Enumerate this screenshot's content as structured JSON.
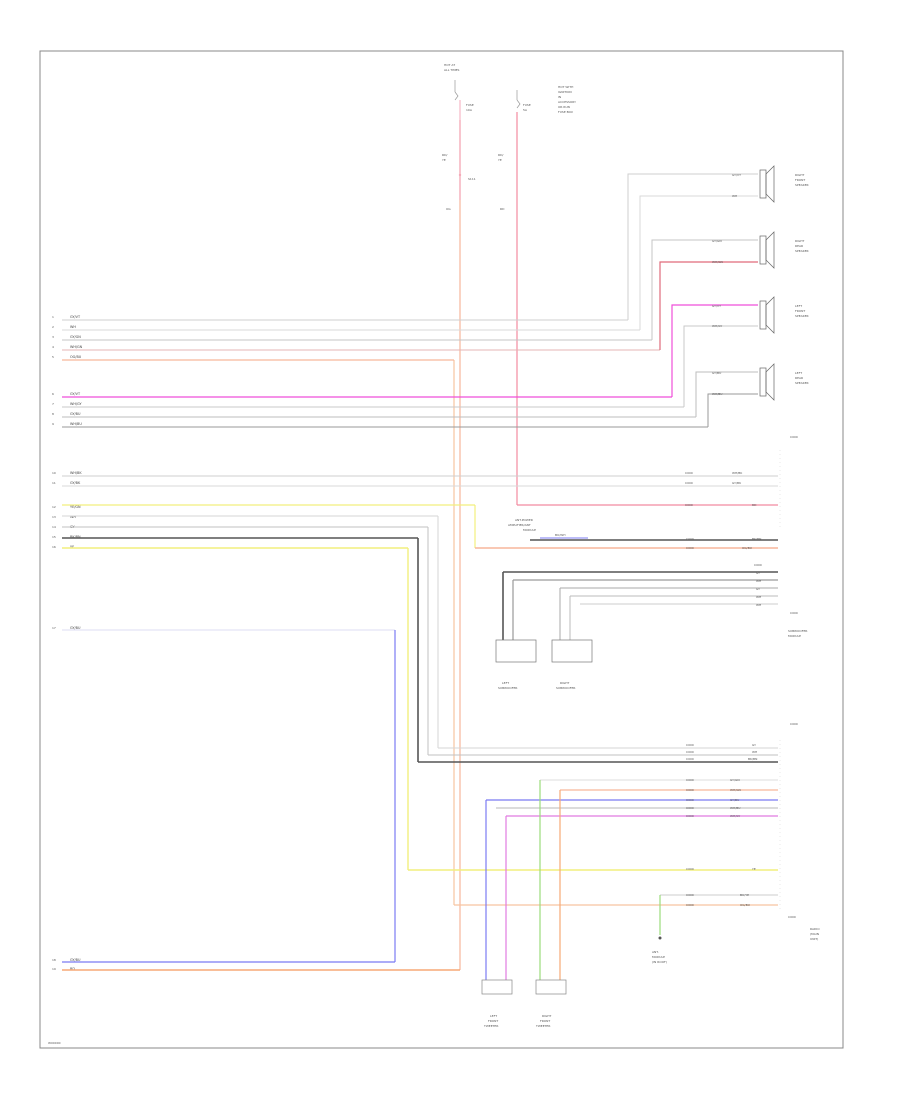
{
  "diagram": {
    "top_fuse_label": [
      "HOT AT",
      "ALL TIMES"
    ],
    "top_fuse_label_2": [
      "HOT WITH",
      "IGNITION",
      "IN",
      "ACCESSORY",
      "OR RUN",
      "FUSE BOX"
    ],
    "left_pin_wires": [
      {
        "pin": "1",
        "label": "GY/VT"
      },
      {
        "pin": "2",
        "label": "WH"
      },
      {
        "pin": "3",
        "label": "GY/GN"
      },
      {
        "pin": "4",
        "label": "WH/GN"
      },
      {
        "pin": "5",
        "label": "OG/BU"
      },
      {
        "pin": "6",
        "label": "GY/VT"
      },
      {
        "pin": "7",
        "label": "WH/GY"
      },
      {
        "pin": "8",
        "label": "GY/BU"
      },
      {
        "pin": "9",
        "label": "WH/BU"
      },
      {
        "pin": "10",
        "label": "WH/BK"
      },
      {
        "pin": "11",
        "label": "GY/BK"
      },
      {
        "pin": "12",
        "label": "YE/GN"
      },
      {
        "pin": "13",
        "label": "WH"
      },
      {
        "pin": "14",
        "label": "GY"
      },
      {
        "pin": "15",
        "label": "BK/BN"
      },
      {
        "pin": "16",
        "label": "YE"
      },
      {
        "pin": "17",
        "label": "GY/BU"
      },
      {
        "pin": "18",
        "label": "GY/BU"
      },
      {
        "pin": "19",
        "label": "RD"
      }
    ],
    "speakers_right": [
      {
        "name": [
          "RIGHT",
          "FRONT",
          "SPEAKER"
        ]
      },
      {
        "name": [
          "RIGHT",
          "REAR",
          "SPEAKER"
        ]
      },
      {
        "name": [
          "LEFT",
          "FRONT",
          "SPEAKER"
        ]
      },
      {
        "name": [
          "LEFT",
          "REAR",
          "SPEAKER"
        ]
      }
    ],
    "subwoofer_module_label": [
      "SUBWOOFER",
      "MODULE"
    ],
    "left_sub_label": [
      "LEFT",
      "SUBWOOFER"
    ],
    "right_sub_label": [
      "RIGHT",
      "SUBWOOFER"
    ],
    "radio_label": [
      "RADIO",
      "(MAIN",
      "UNIT)"
    ],
    "ant_label": [
      "ANT.",
      "MODULE",
      "(IN ROOF)"
    ],
    "left_tweeter": [
      "LEFT",
      "FRONT",
      "TWEETER"
    ],
    "right_tweeter": [
      "RIGHT",
      "FRONT",
      "TWEETER"
    ],
    "footer_code": "W00000"
  }
}
